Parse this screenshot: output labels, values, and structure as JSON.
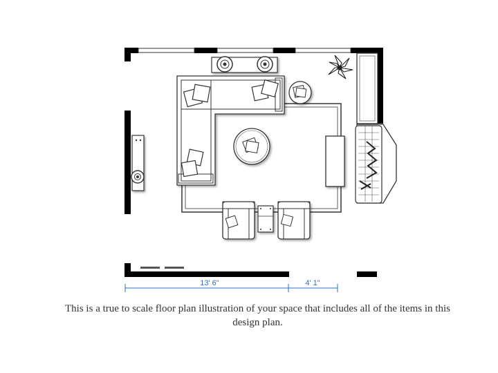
{
  "dimensions": {
    "width_label": "13' 6\"",
    "opening_label": "4' 1\""
  },
  "caption": "This is a true to scale floor plan illustration of your space that includes all of the items in this design plan.",
  "colors": {
    "wall": "#000000",
    "furniture_stroke": "#333333",
    "dimension_line": "#2f6db5",
    "caption_text": "#333333"
  }
}
